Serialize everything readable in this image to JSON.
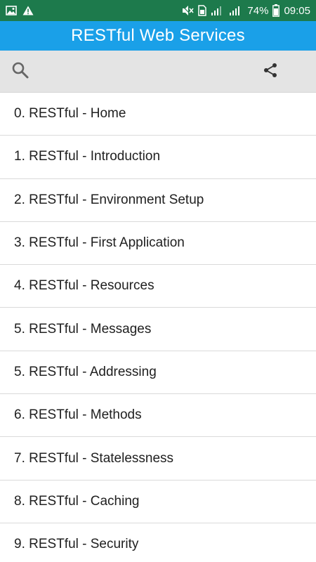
{
  "status_bar": {
    "battery_text": "74%",
    "time": "09:05",
    "icons": [
      "image-icon",
      "warning-icon",
      "mute-icon",
      "sim-icon",
      "signal-icon",
      "signal-icon",
      "battery-icon"
    ]
  },
  "app_bar": {
    "title": "RESTful Web Services",
    "color": "#1aa0e8"
  },
  "toolbar": {
    "icons": [
      "search-icon",
      "share-icon"
    ]
  },
  "chapters": [
    "0. RESTful - Home",
    "1. RESTful - Introduction",
    "2. RESTful - Environment Setup",
    "3. RESTful - First Application",
    "4. RESTful - Resources",
    "5. RESTful - Messages",
    "5. RESTful - Addressing",
    "6. RESTful - Methods",
    "7. RESTful - Statelessness",
    "8. RESTful - Caching",
    "9. RESTful - Security"
  ]
}
